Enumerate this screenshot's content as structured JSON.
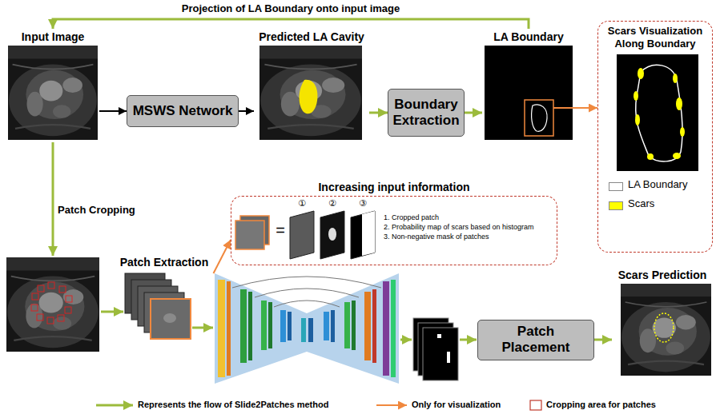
{
  "diagram": {
    "nodes": [
      {
        "text": [
          "Input Image"
        ]
      },
      {
        "text": [
          "MSWS Network"
        ]
      },
      {
        "text": [
          "Predicted LA Cavity"
        ]
      },
      {
        "text": [
          "Boundary Extraction"
        ]
      },
      {
        "text": [
          "LA Boundary"
        ]
      },
      {
        "text": [
          "Scars Visualization Along Boundary"
        ]
      },
      {
        "text": [
          "Patch Extraction"
        ]
      },
      {
        "text": [
          "Increasing input information",
          "1. Cropped patch",
          "2. Probability map of scars based on histogram",
          "3. Non-negative mask of patches"
        ]
      },
      {
        "text": [
          "Patch Placement"
        ]
      },
      {
        "text": [
          "Scars Prediction"
        ]
      }
    ],
    "edges": [
      {
        "from": 0,
        "to": 1,
        "arrow": "to"
      },
      {
        "from": 1,
        "to": 2,
        "arrow": "to"
      },
      {
        "from": 2,
        "to": 3,
        "arrow": "to"
      },
      {
        "from": 3,
        "to": 4,
        "arrow": "to"
      },
      {
        "from": 4,
        "to": 0,
        "label": "Projection of LA Boundary onto input image",
        "arrow": "to"
      },
      {
        "from": 4,
        "to": 5,
        "arrow": "to"
      },
      {
        "from": 6,
        "to": 7,
        "arrow": "to"
      },
      {
        "from": 8,
        "to": 9,
        "arrow": "to"
      }
    ],
    "labels": [
      "Patch Cropping",
      "=",
      "①",
      "②",
      "③"
    ],
    "legend": [
      {
        "text": "LA Boundary",
        "color": "#ffffff"
      },
      {
        "text": "Scars",
        "color": "#ffff00"
      },
      {
        "text": "Represents the flow of Slide2Patches method"
      },
      {
        "text": "Only for visualization"
      },
      {
        "text": "Cropping area for patches"
      }
    ]
  }
}
